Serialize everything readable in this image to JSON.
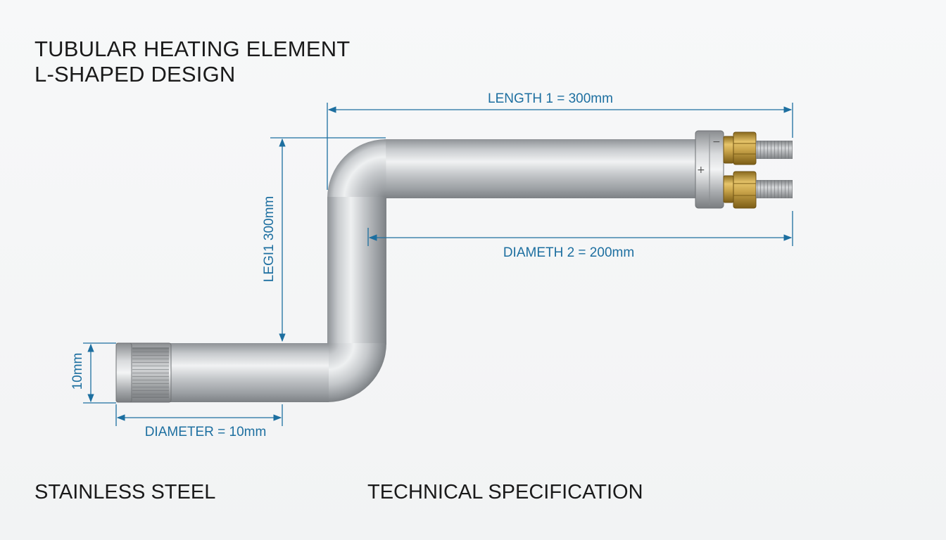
{
  "title": {
    "line1": "TUBULAR HEATING ELEMENT",
    "line2": "L-SHAPED DESIGN"
  },
  "dimensions": {
    "length1": "LENGTH 1 = 300mm",
    "leg1": "LEGI1 300mm",
    "diameter2": "DIAMETH 2 = 200mm",
    "end_height": "10mm",
    "diameter": "DIAMETER = 10mm"
  },
  "terminals": {
    "negative": "−",
    "positive": "+"
  },
  "footer": {
    "material": "STAINLESS STEEL",
    "spec": "TECHNICAL SPECIFICATION"
  },
  "colors": {
    "dimension_line": "#1d6fa0",
    "tube_steel": "#b9bcbf",
    "brass": "#c9a44a"
  }
}
